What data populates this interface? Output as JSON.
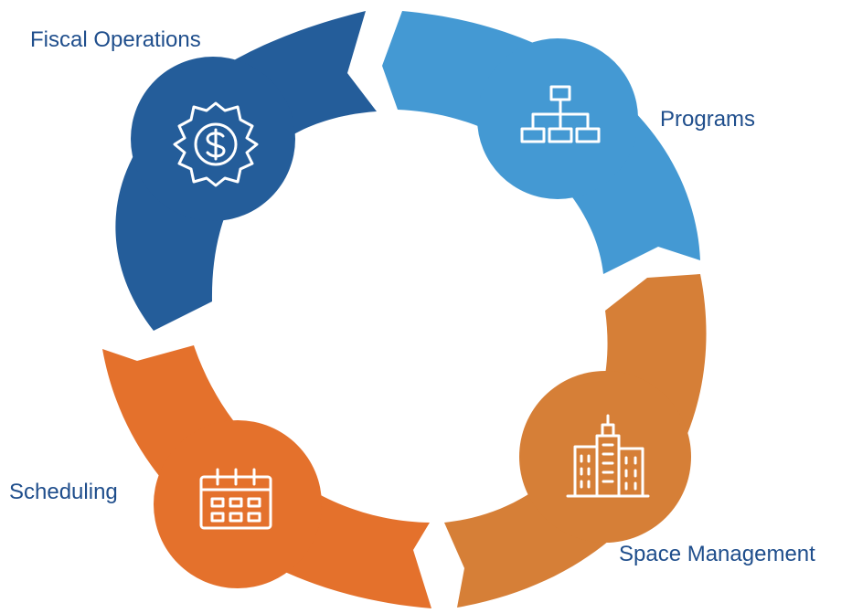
{
  "colors": {
    "fiscal": "#245d9a",
    "programs": "#4499d3",
    "space": "#d67f37",
    "scheduling": "#e4712c",
    "label_text": "#1f4e8c",
    "icon": "#ffffff"
  },
  "cycle": {
    "segments": [
      {
        "key": "fiscal",
        "label": "Fiscal Operations",
        "icon": "gear-dollar-icon"
      },
      {
        "key": "programs",
        "label": "Programs",
        "icon": "org-chart-icon"
      },
      {
        "key": "space",
        "label": "Space Management",
        "icon": "buildings-icon"
      },
      {
        "key": "scheduling",
        "label": "Scheduling",
        "icon": "calendar-icon"
      }
    ]
  }
}
